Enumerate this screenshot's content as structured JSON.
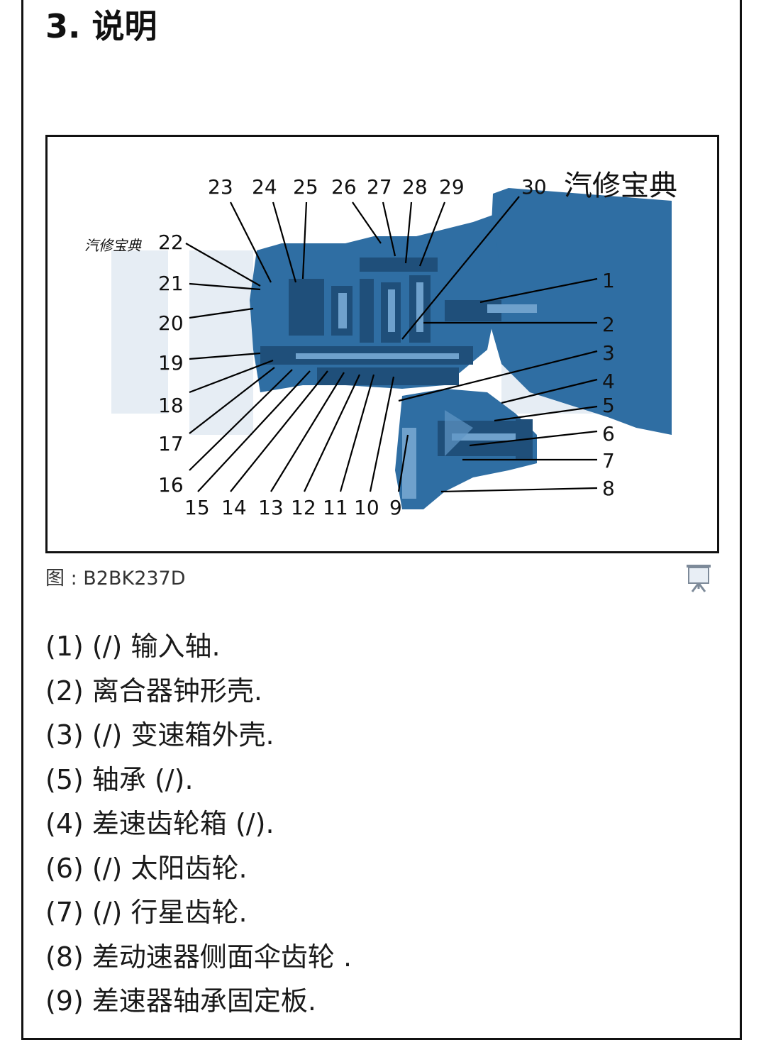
{
  "section": {
    "title": "3. 说明"
  },
  "figure": {
    "watermark": "汽修宝典",
    "watermark_small": "汽修宝典",
    "callouts_top": [
      "23",
      "24",
      "25",
      "26",
      "27",
      "28",
      "29",
      "30"
    ],
    "callouts_left": [
      "22",
      "21",
      "20",
      "19",
      "18",
      "17",
      "16"
    ],
    "callouts_bottom": [
      "15",
      "14",
      "13",
      "12",
      "11",
      "10",
      "9"
    ],
    "callouts_right": [
      "1",
      "2",
      "3",
      "4",
      "5",
      "6",
      "7",
      "8"
    ],
    "caption": "图 : B2BK237D",
    "icon": "presentation-easel-icon",
    "colors": {
      "housing": "#2f6ea3",
      "housing_dark": "#1f4f7a",
      "inner": "#5f95c4",
      "line": "#000000"
    }
  },
  "legend": [
    "(1) (/) 输入轴.",
    "(2) 离合器钟形壳.",
    "(3) (/) 变速箱外壳.",
    "(5) 轴承 (/).",
    "(4) 差速齿轮箱 (/).",
    "(6) (/) 太阳齿轮.",
    "(7) (/) 行星齿轮.",
    "(8) 差动速器侧面伞齿轮 .",
    "(9) 差速器轴承固定板."
  ]
}
